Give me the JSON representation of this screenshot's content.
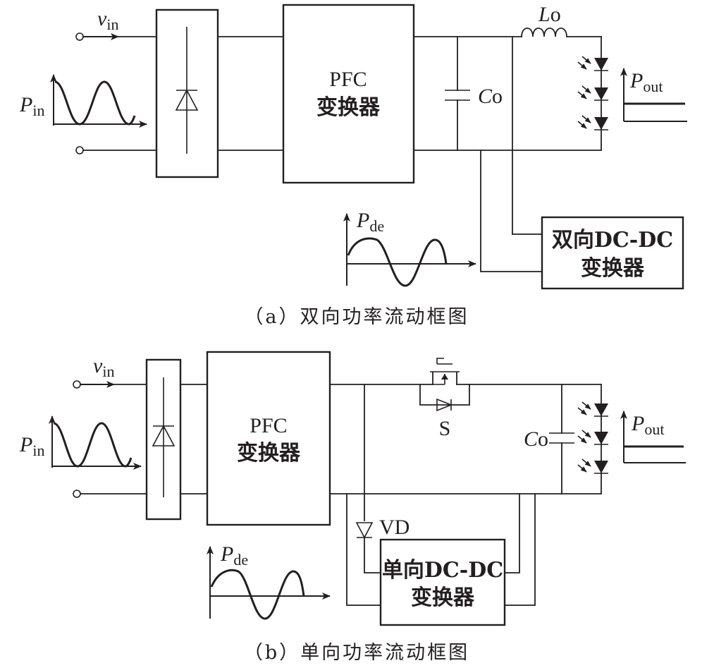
{
  "diagram_a": {
    "caption": "（a）双向功率流动框图",
    "vin_label": "v",
    "vin_sub": "in",
    "pin_label": "P",
    "pin_sub": "in",
    "pfc_line1": "PFC",
    "pfc_line2": "变换器",
    "co_label": "C",
    "co_sub": "o",
    "lo_label": "L",
    "lo_sub": "o",
    "pout_label": "P",
    "pout_sub": "out",
    "pde_label": "P",
    "pde_sub": "de",
    "dcdc_line1": "双向DC-DC",
    "dcdc_line2": "变换器"
  },
  "diagram_b": {
    "caption": "（b）单向功率流动框图",
    "vin_label": "v",
    "vin_sub": "in",
    "pin_label": "P",
    "pin_sub": "in",
    "pfc_line1": "PFC",
    "pfc_line2": "变换器",
    "switch_label": "S",
    "co_label": "C",
    "co_sub": "o",
    "pout_label": "P",
    "pout_sub": "out",
    "vd_label": "VD",
    "pde_label": "P",
    "pde_sub": "de",
    "dcdc_line1": "单向DC-DC",
    "dcdc_line2": "变换器"
  }
}
